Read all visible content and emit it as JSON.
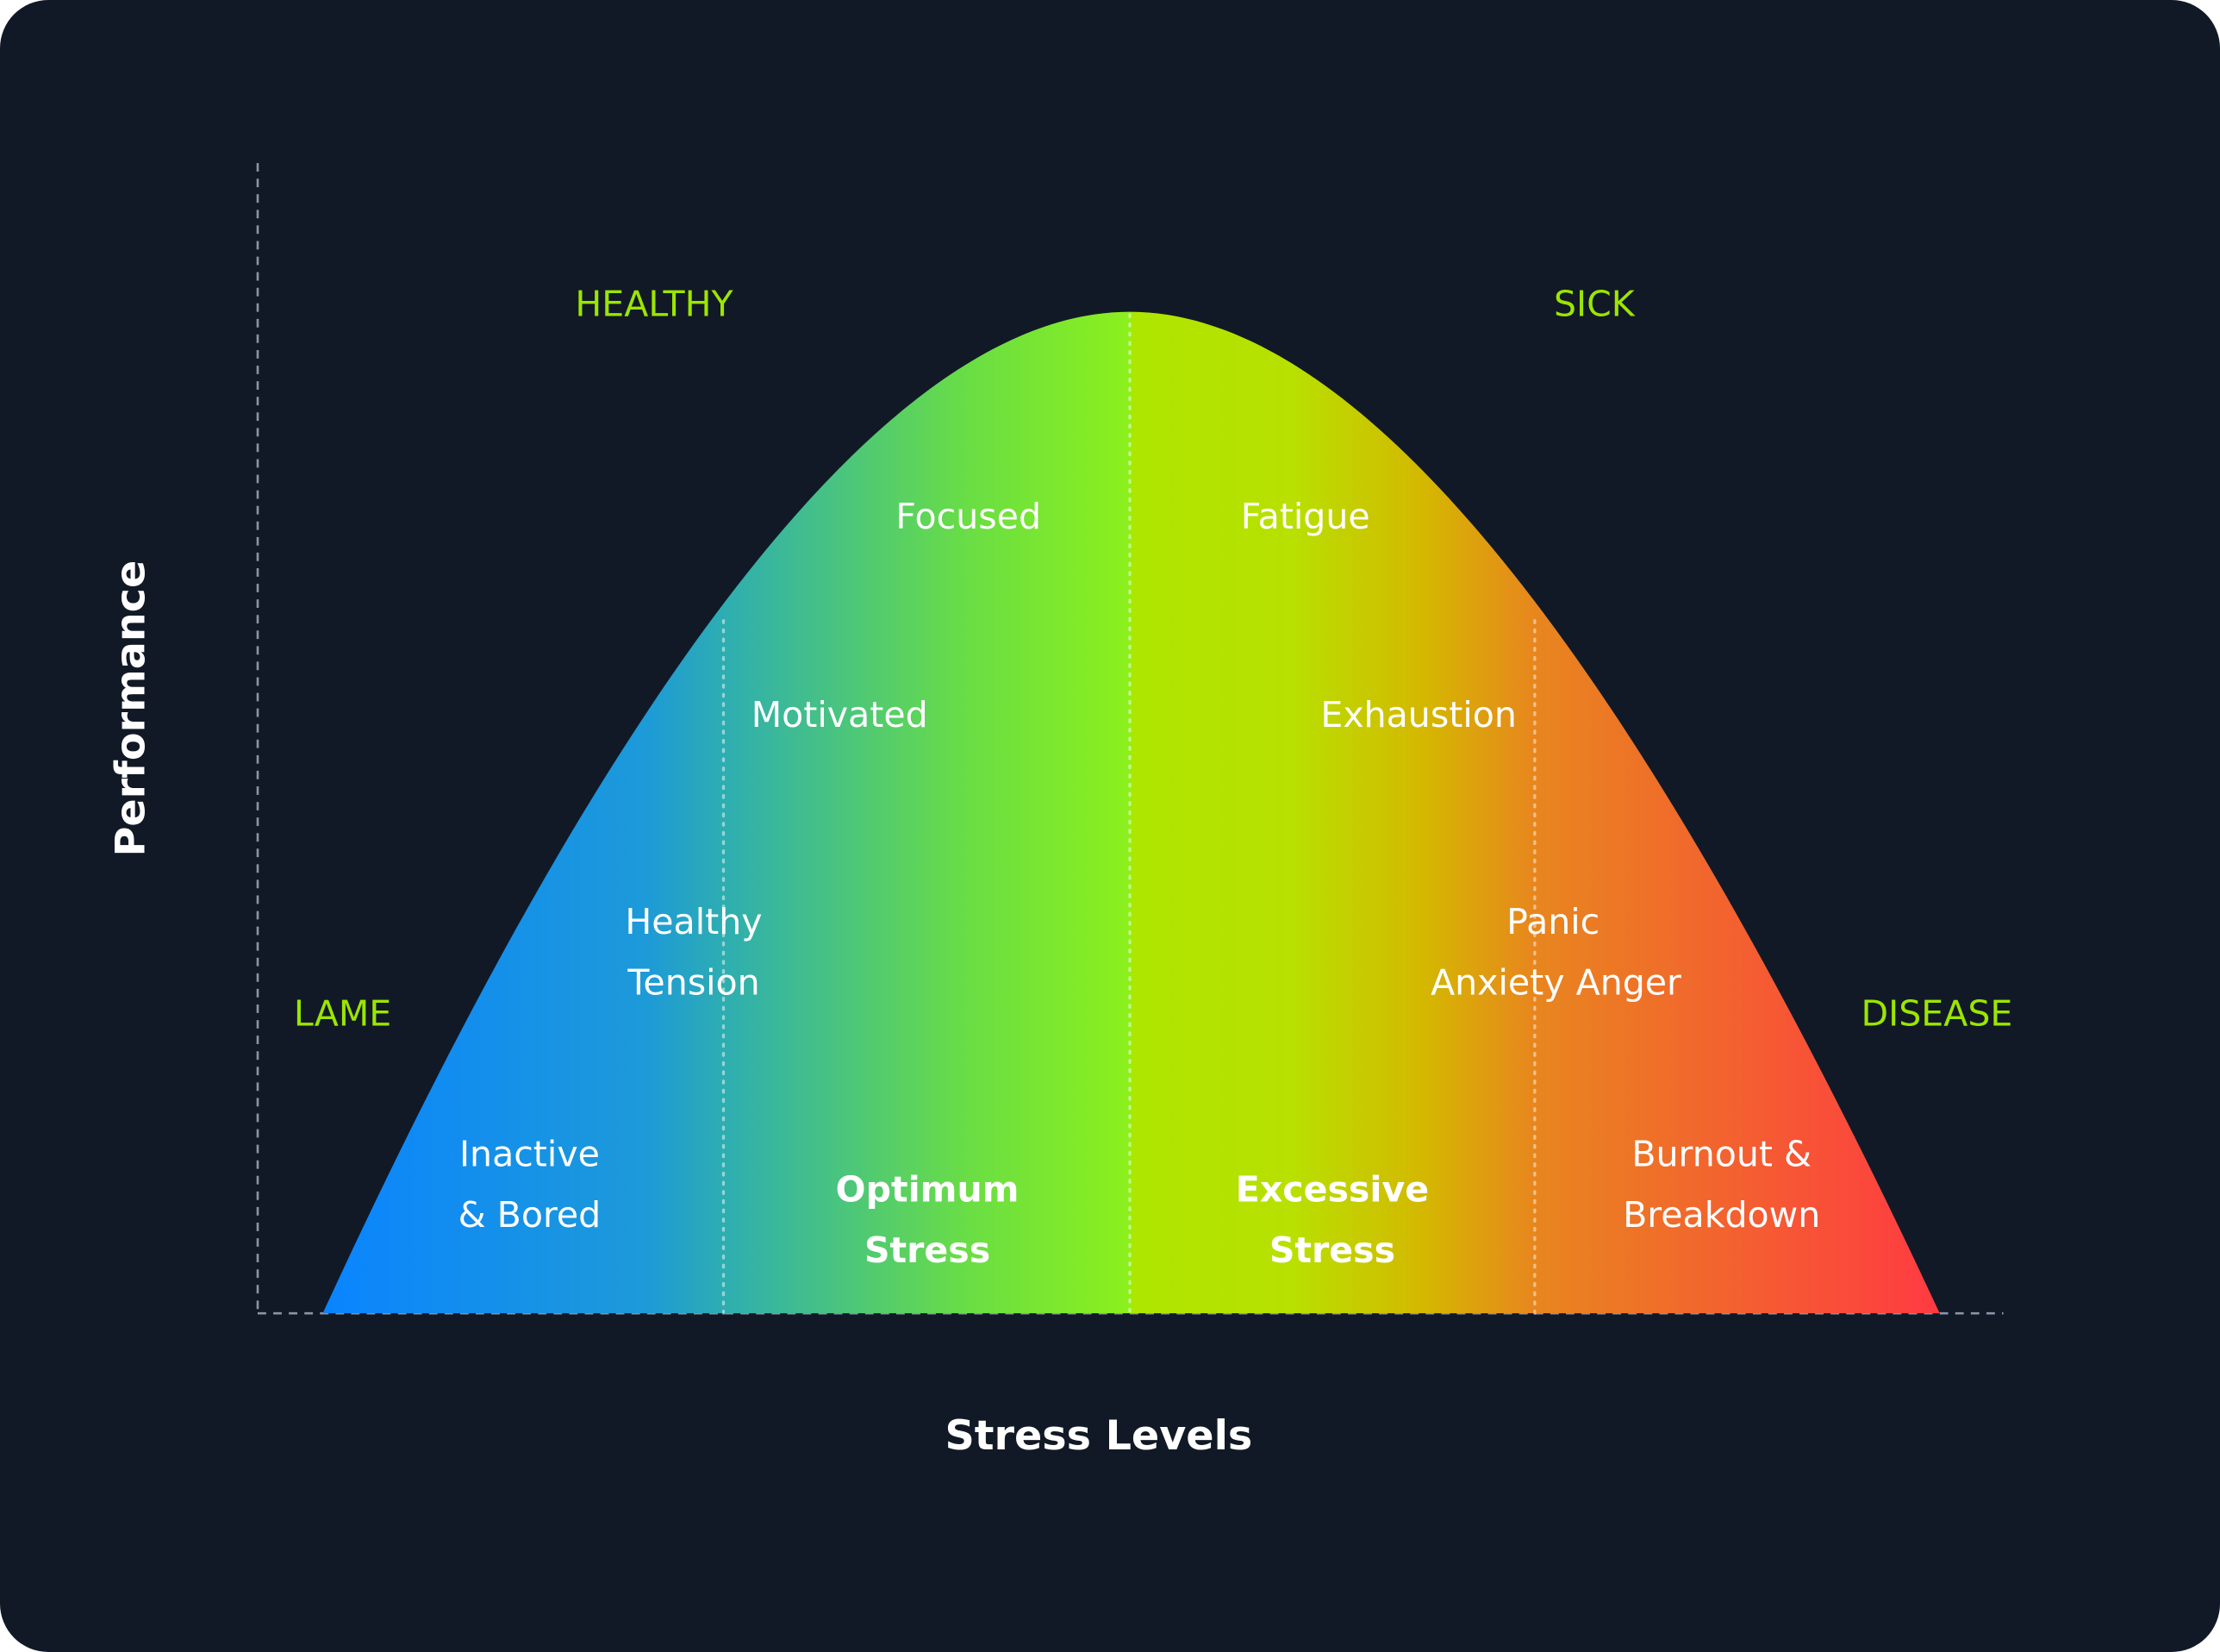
{
  "axes": {
    "x_label": "Stress Levels",
    "y_label": "Performance"
  },
  "zones": {
    "healthy": "HEALTHY",
    "sick": "SICK",
    "lame": "LAME",
    "disease": "DISEASE"
  },
  "curve_labels": {
    "focused": "Focused",
    "fatigue": "Fatigue",
    "motivated": "Motivated",
    "exhaustion": "Exhaustion",
    "healthy_tension": [
      "Healthy",
      "Tension"
    ],
    "panic": [
      "Panic",
      "Anxiety Anger"
    ],
    "inactive": [
      "Inactive",
      "& Bored"
    ],
    "optimum": [
      "Optimum",
      "Stress"
    ],
    "excessive": [
      "Excessive",
      "Stress"
    ],
    "burnout": [
      "Burnout &",
      "Breakdown"
    ]
  },
  "colors": {
    "background": "#121926",
    "zone_label": "#9be600",
    "gradient": [
      "#0a84ff",
      "#2eaeb0",
      "#8cf01c",
      "#aee600",
      "#d4b800",
      "#e8861e",
      "#ff3a42"
    ]
  }
}
